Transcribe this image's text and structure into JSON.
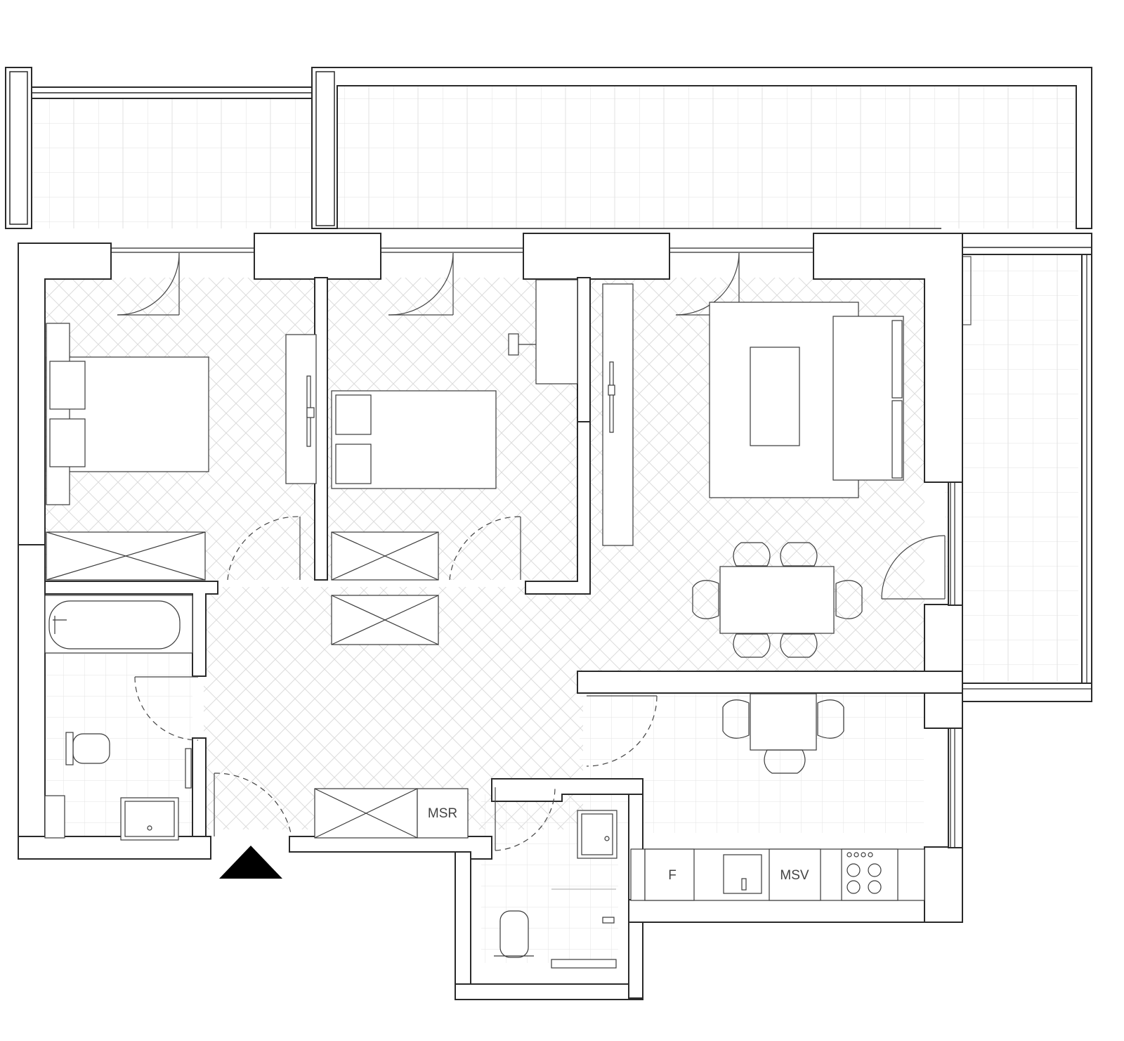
{
  "labels": {
    "msr": "MSR",
    "fridge": "F",
    "msv": "MSV"
  },
  "colors": {
    "wall_stroke": "#2a2a2a",
    "wall_fill": "#ffffff",
    "floor_pattern": "#d6d6d6",
    "furniture_stroke": "#3a3a3a",
    "dimension_stroke": "#555555",
    "entrance_marker": "#000000",
    "text": "#444444"
  },
  "icons": {
    "entrance": "entrance-triangle-icon",
    "hob": "cooktop-burners-icon",
    "sink": "sink-icon",
    "toilet": "toilet-icon",
    "bathtub": "bathtub-icon",
    "shower": "shower-tray-icon"
  }
}
